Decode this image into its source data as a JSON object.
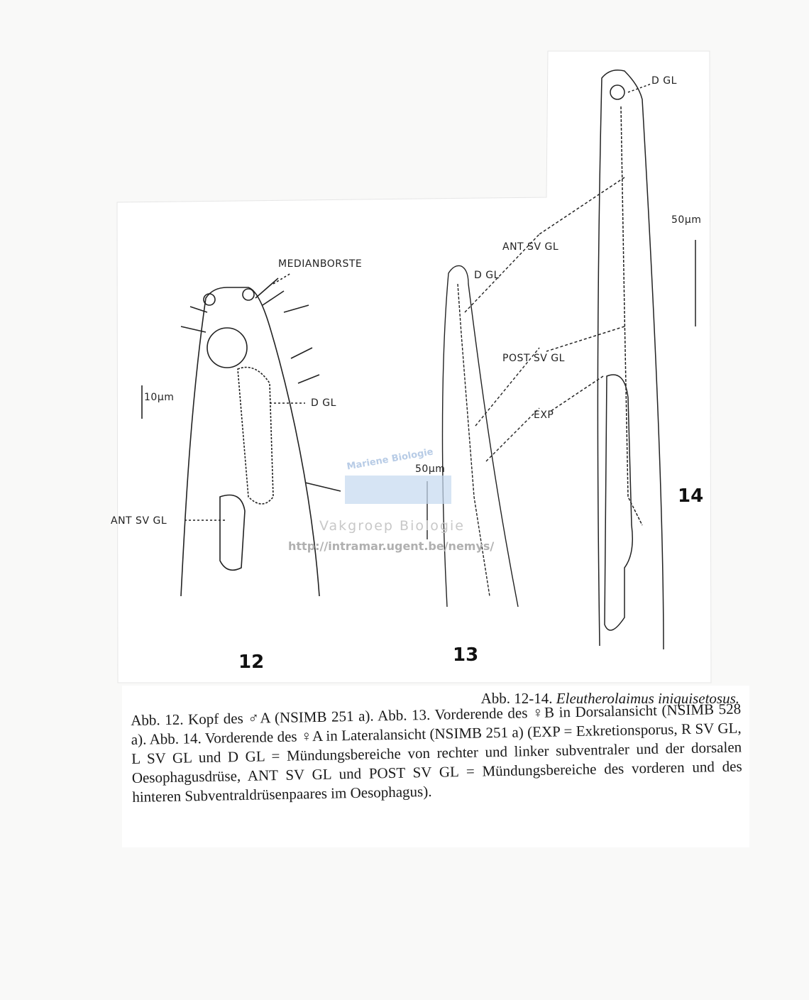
{
  "figure": {
    "labels": {
      "fig12_medianborste": "MEDIANBORSTE",
      "fig12_dgl": "D GL",
      "fig12_antsvgl": "ANT SV GL",
      "fig12_scale": "10μm",
      "fig13_dgl": "D GL",
      "fig13_scale": "50μm",
      "fig14_dgl": "D GL",
      "fig14_scale": "50μm",
      "ant_sv_gl": "ANT SV GL",
      "post_sv_gl": "POST SV GL",
      "exp": "EXP"
    },
    "numbers": {
      "fig12": "12",
      "fig13": "13",
      "fig14": "14"
    }
  },
  "watermark": {
    "line1": "Mariene Biologie",
    "line2": "Vakgroep Biologie",
    "url": "http://intramar.ugent.be/nemys/"
  },
  "caption": {
    "title_prefix": "Abb. 12-14.",
    "title_species": "Eleutherolaimus iniquisetosus.",
    "body": "Abb. 12. Kopf des ♂A (NSIMB 251 a). Abb. 13. Vorderende des ♀B in Dorsalansicht (NSIMB 528 a). Abb. 14. Vorderende des ♀A in Lateralansicht (NSIMB 251 a) (EXP = Exkretionsporus, R SV GL, L SV GL und D GL = Mündungsbereiche von rechter und linker subventraler und der dorsalen Oesophagusdrüse, ANT SV GL und POST SV GL = Mündungsbereiche des vorderen und des hinteren Subventraldrüsenpaares im Oesophagus)."
  }
}
